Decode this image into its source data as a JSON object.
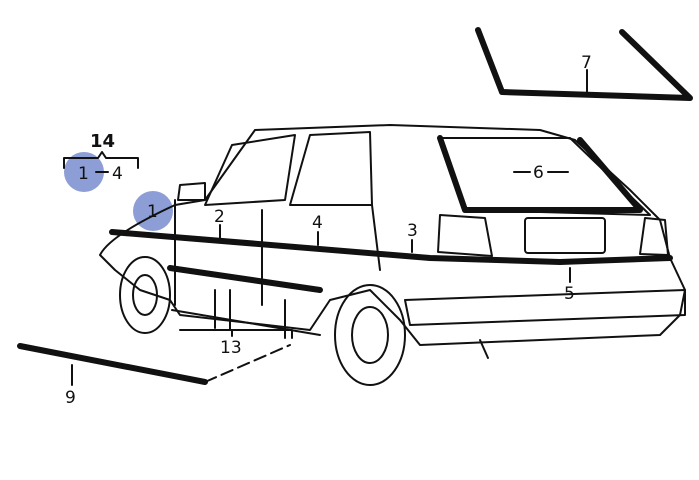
{
  "diagram": {
    "callouts": {
      "group": "14",
      "range_start": "1",
      "range_dash": "–",
      "range_end": "4",
      "front_fender": "1",
      "front_door": "2",
      "rear_door": "4",
      "rear_quarter": "3",
      "rear_window": "6",
      "quarter_window_seal": "7",
      "rear_bumper": "5",
      "sill_strips": "13",
      "loose_strip": "9"
    },
    "highlight_color": "#8d9dd5"
  }
}
